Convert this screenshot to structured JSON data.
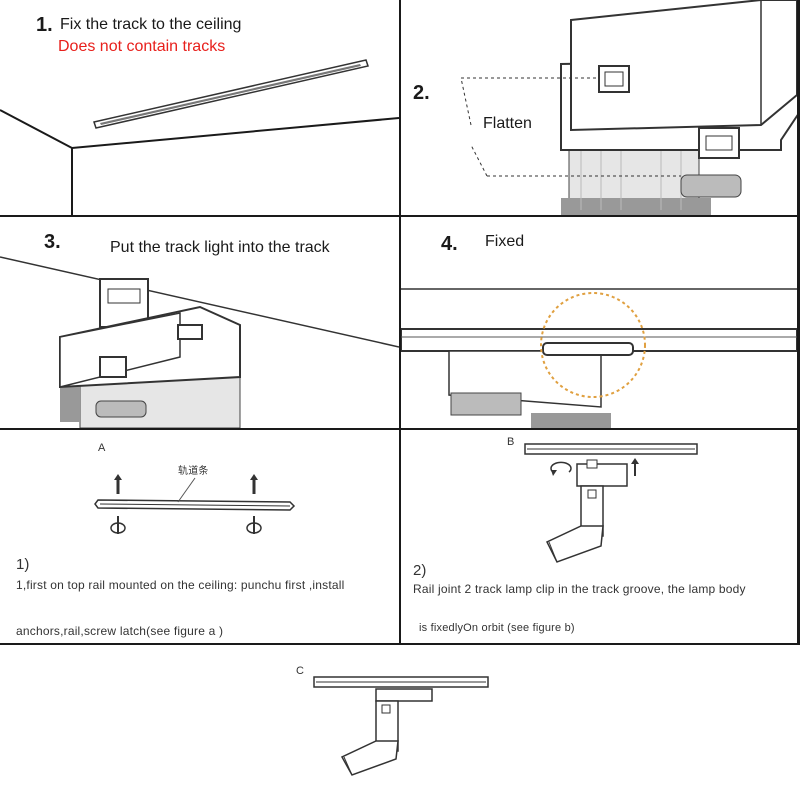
{
  "panels": {
    "p1": {
      "number": "1.",
      "caption": "Fix the track to the ceiling",
      "note": "Does not contain tracks"
    },
    "p2": {
      "number": "2.",
      "caption": "Flatten"
    },
    "p3": {
      "number": "3.",
      "caption": "Put the track light into the track"
    },
    "p4": {
      "number": "4.",
      "caption": "Fixed"
    },
    "a": {
      "letter": "A",
      "chinese_label": "轨道条",
      "step_marker": "1)",
      "line1": "1,first on top rail mounted on the ceiling: punchu first ,install",
      "line2": "anchors,rail,screw latch(see figure a )"
    },
    "b": {
      "letter": "B",
      "step_marker": "2)",
      "line1": "Rail joint 2 track lamp clip in the track groove, the lamp body",
      "line2": "is fixedlyOn orbit (see figure b)"
    },
    "c": {
      "letter": "C"
    }
  },
  "colors": {
    "note": "#e8201c",
    "highlight_circle": "#e0a040",
    "lines": "#1a1a1a"
  }
}
